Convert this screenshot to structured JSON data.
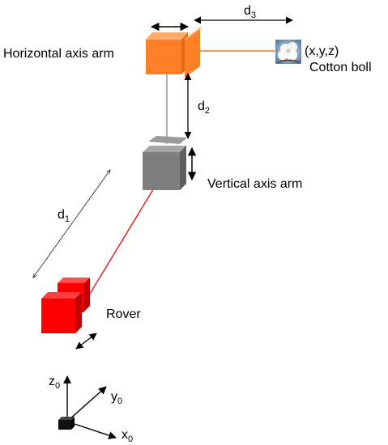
{
  "labels": {
    "horizontal_arm": "Horizontal axis arm",
    "vertical_arm": "Vertical axis arm",
    "rover": "Rover",
    "cotton_coords": "(x,y,z)",
    "cotton_boll": "Cotton boll"
  },
  "dimensions": {
    "d1": {
      "base": "d",
      "sub": "1"
    },
    "d2": {
      "base": "d",
      "sub": "2"
    },
    "d3": {
      "base": "d",
      "sub": "3"
    }
  },
  "axes": {
    "z": {
      "base": "z",
      "sub": "0"
    },
    "y": {
      "base": "y",
      "sub": "0"
    },
    "x": {
      "base": "x",
      "sub": "0"
    }
  },
  "colors": {
    "horizontal_arm": "#ff7f27",
    "horizontal_arm_dark": "#e06a15",
    "vertical_arm": "#7f7f7f",
    "vertical_arm_dark": "#5f5f5f",
    "rover": "#ff0000",
    "rover_dark": "#c00000",
    "link_red": "#e8261f",
    "link_orange": "#f0a060",
    "link_gray": "#b0b0b0",
    "origin_box": "#111111"
  }
}
